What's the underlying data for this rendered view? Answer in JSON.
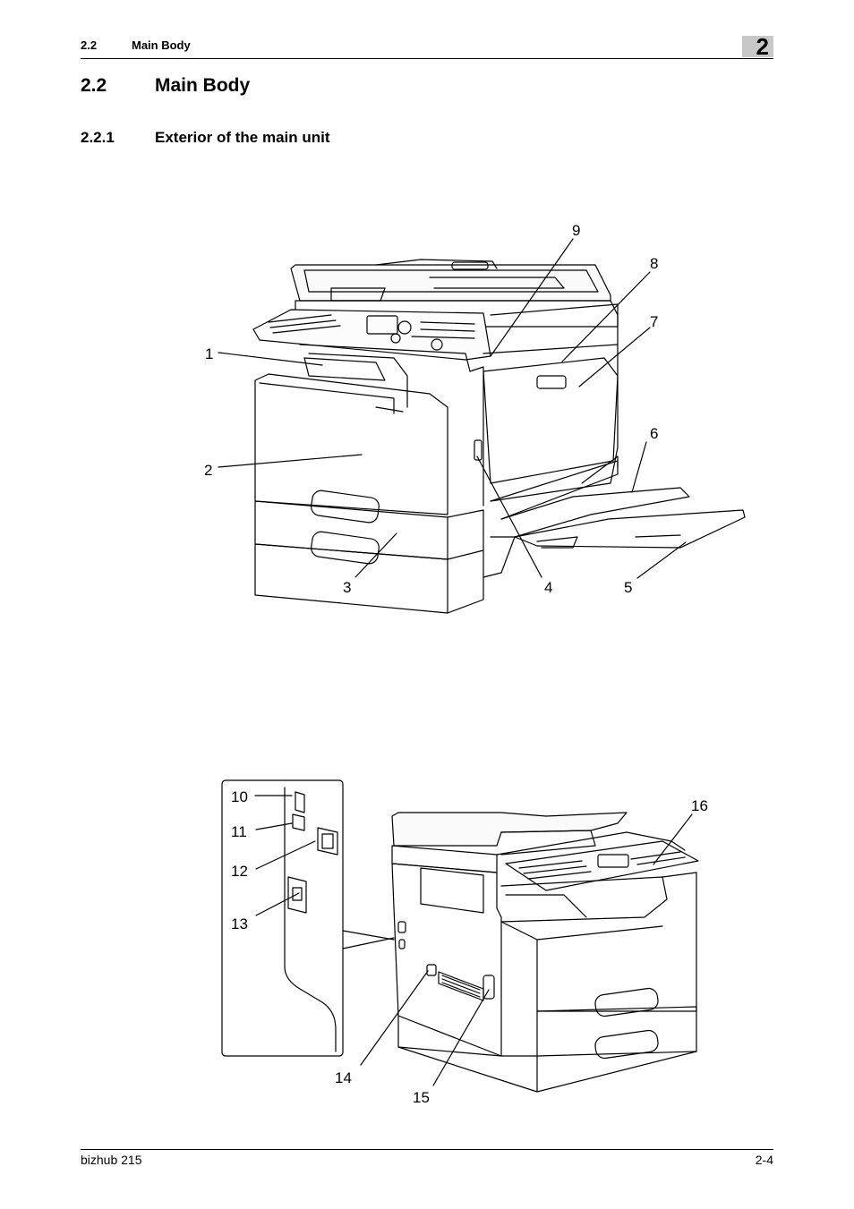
{
  "header": {
    "section_number": "2.2",
    "section_title": "Main Body",
    "chapter_number": "2"
  },
  "heading": {
    "number": "2.2",
    "title": "Main Body"
  },
  "subheading": {
    "number": "2.2.1",
    "title": "Exterior of the main unit"
  },
  "figure_front": {
    "callouts": [
      "1",
      "2",
      "3",
      "4",
      "5",
      "6",
      "7",
      "8",
      "9"
    ]
  },
  "figure_rear": {
    "callouts": [
      "10",
      "11",
      "12",
      "13",
      "14",
      "15",
      "16"
    ]
  },
  "footer": {
    "product": "bizhub 215",
    "page": "2-4"
  }
}
